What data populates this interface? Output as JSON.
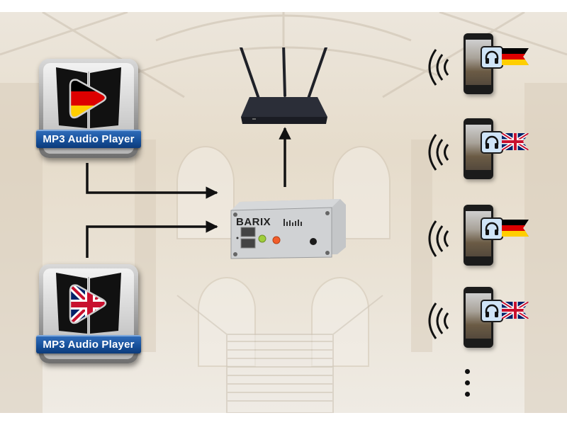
{
  "diagram": {
    "title": "",
    "background_scene": "museum-hall-staircase",
    "sources": [
      {
        "id": "source-german",
        "label": "MP3 Audio Player",
        "language": "German",
        "flag": "de"
      },
      {
        "id": "source-english",
        "label": "MP3 Audio Player",
        "language": "English",
        "flag": "gb"
      }
    ],
    "encoder": {
      "brand": "BARIX",
      "type": "audio-streaming-device"
    },
    "router": {
      "type": "wifi-router",
      "antennas": 3
    },
    "receivers": [
      {
        "type": "smartphone",
        "language": "German",
        "flag": "de",
        "icon": "headphones-icon"
      },
      {
        "type": "smartphone",
        "language": "English",
        "flag": "gb",
        "icon": "headphones-icon"
      },
      {
        "type": "smartphone",
        "language": "German",
        "flag": "de",
        "icon": "headphones-icon"
      },
      {
        "type": "smartphone",
        "language": "English",
        "flag": "gb",
        "icon": "headphones-icon"
      }
    ],
    "continuation": "more-receivers-ellipsis",
    "connections": [
      {
        "from": "source-german",
        "to": "encoder"
      },
      {
        "from": "source-english",
        "to": "encoder"
      },
      {
        "from": "encoder",
        "to": "router"
      }
    ],
    "colors": {
      "label_blue": "#1a56a3",
      "arrow": "#111111",
      "badge_blue": "#cfe4f7",
      "de_black": "#000000",
      "de_red": "#dd0000",
      "de_gold": "#ffce00",
      "gb_blue": "#012169",
      "gb_red": "#c8102e"
    }
  }
}
